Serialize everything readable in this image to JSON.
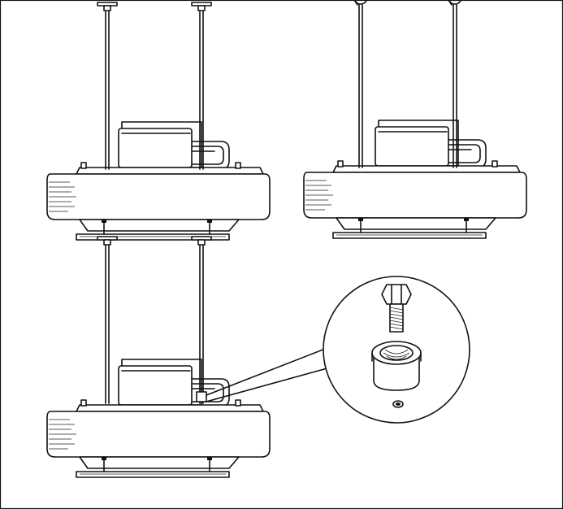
{
  "figure": {
    "panels": [
      {
        "id": "panel-top-left",
        "rod_type": "flat-cap"
      },
      {
        "id": "panel-top-right",
        "rod_type": "eye-hook"
      },
      {
        "id": "panel-bottom-left",
        "rod_type": "flat-cap"
      }
    ],
    "detail_callout": {
      "parts": [
        "hex-bolt",
        "threaded-socket"
      ]
    },
    "colors": {
      "line": "#111111",
      "background": "#ffffff"
    }
  }
}
